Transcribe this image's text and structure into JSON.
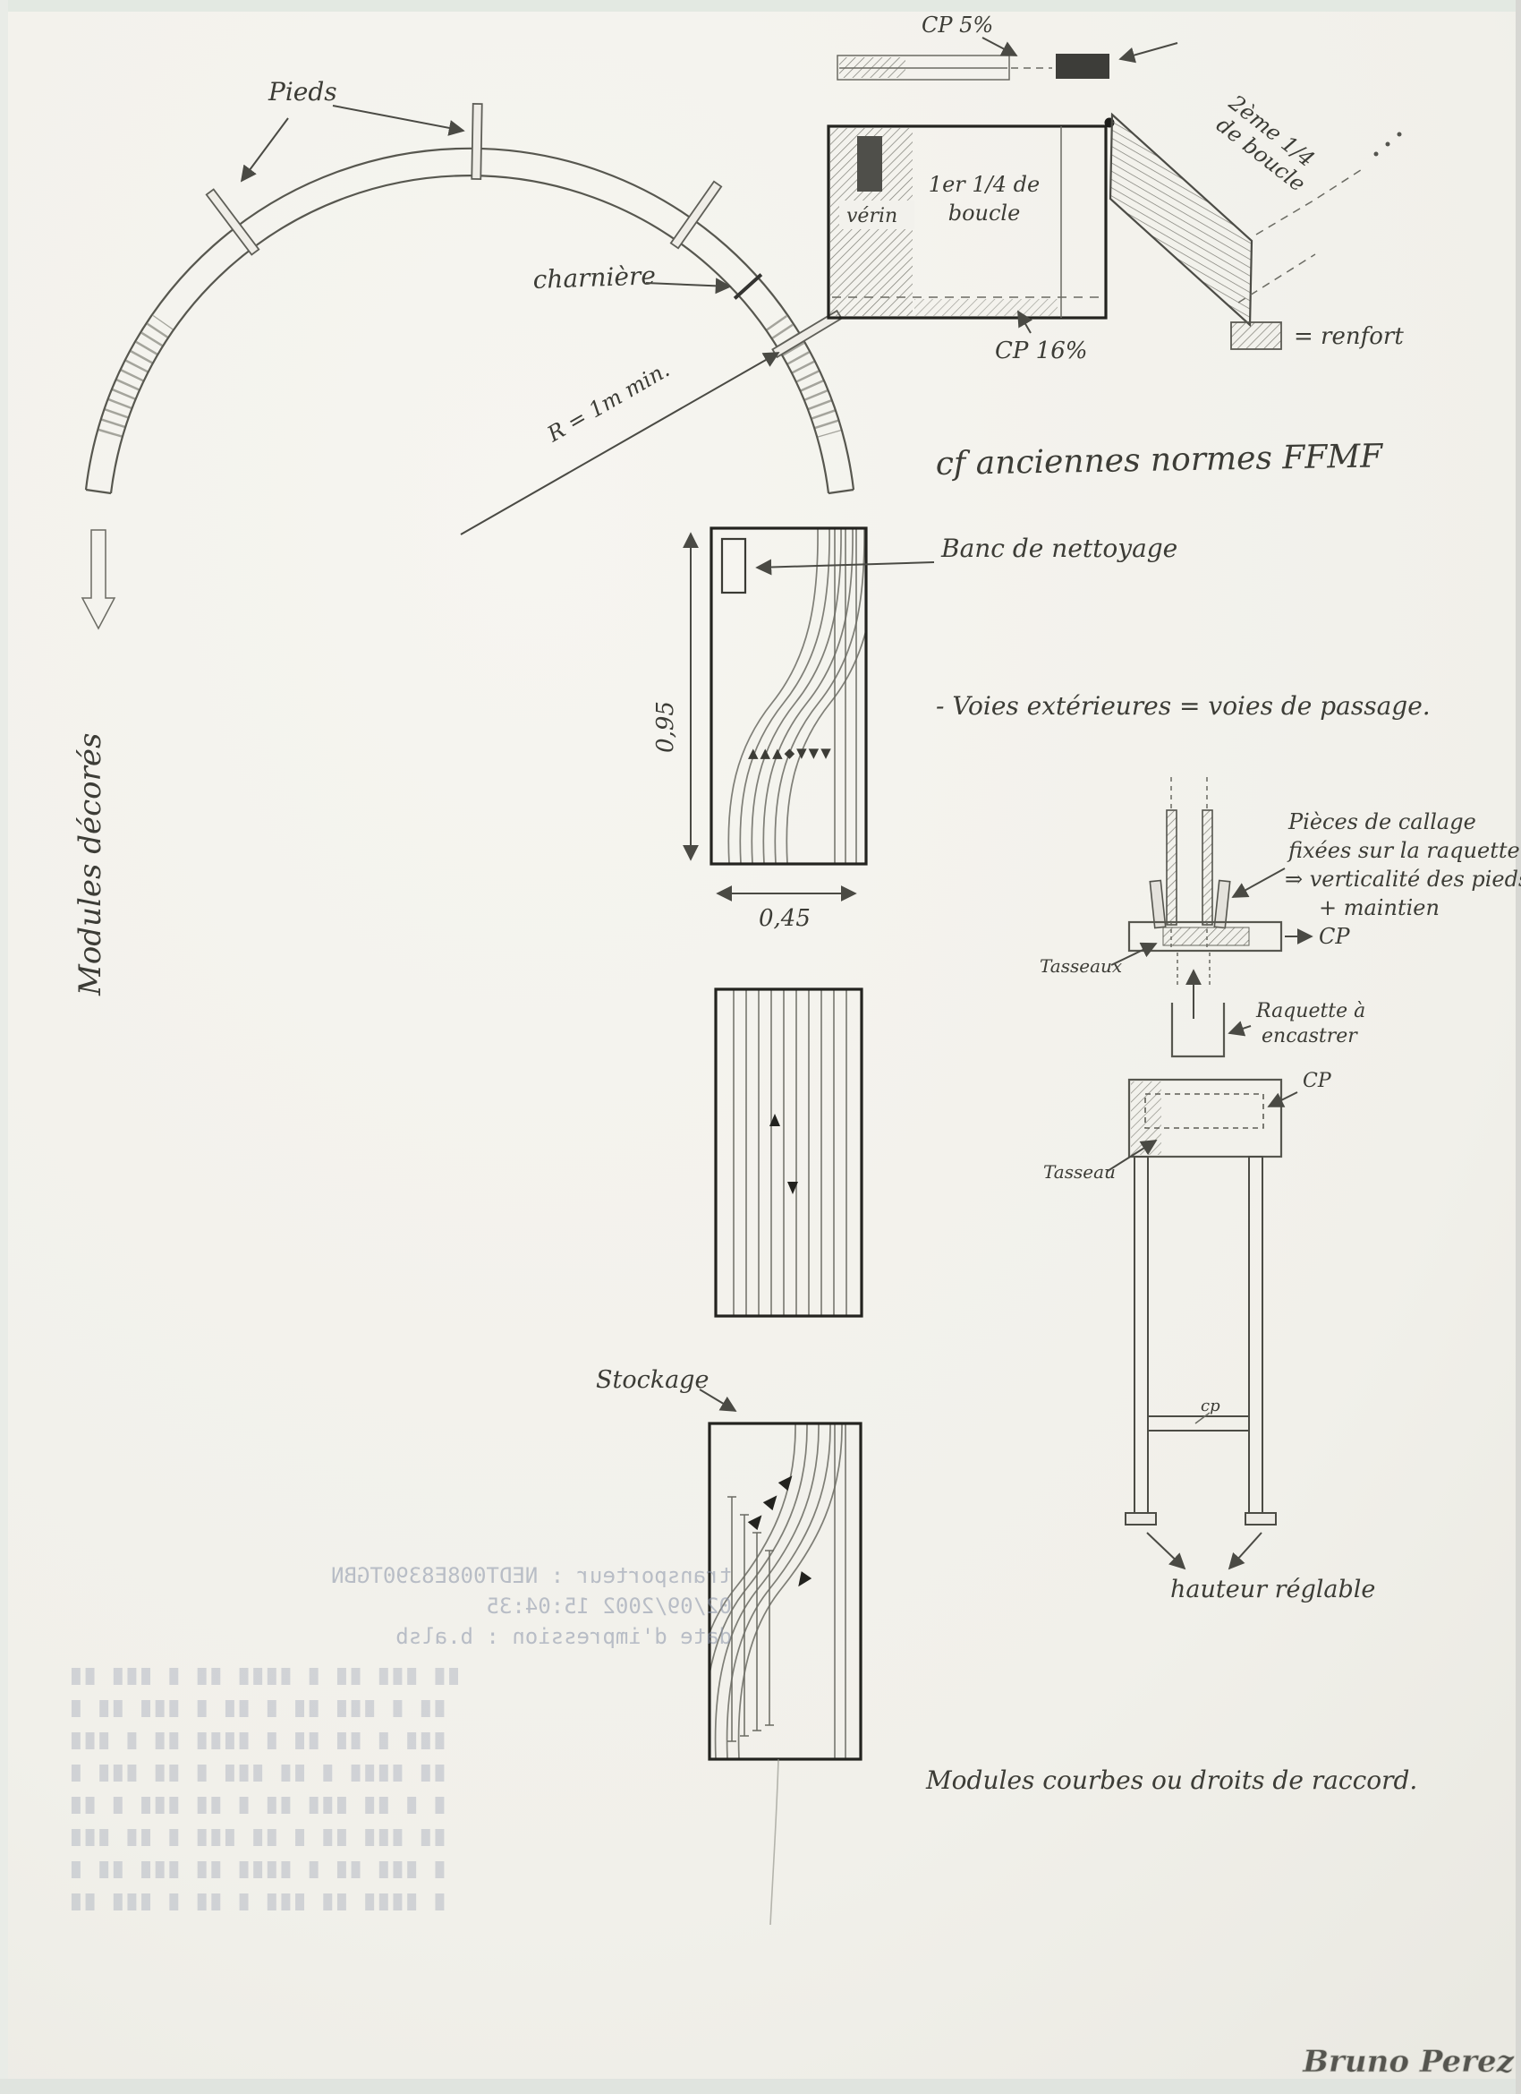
{
  "arc": {
    "pieds": "Pieds",
    "charniere": "charnière",
    "radius": "R = 1m min.",
    "modules_decores": "Modules décorés"
  },
  "detail": {
    "cp5": "CP 5%",
    "verin": "vérin",
    "q1l1": "1er 1/4 de",
    "q1l2": "boucle",
    "q2l1": "2ème 1/4",
    "q2l2": "de boucle",
    "cp16": "CP 16%",
    "legend": "= renfort"
  },
  "notes": {
    "normes": "cf anciennes normes FFMF",
    "voies": "- Voies extérieures = voies de passage.",
    "raccord": "Modules courbes ou droits de raccord."
  },
  "m1": {
    "label": "Banc de nettoyage",
    "dim_h": "0,95",
    "dim_w": "0,45",
    "arrows": "▲▲▲◆▼▼▼"
  },
  "legs": {
    "l1": "Pièces de callage",
    "l2": "fixées sur la raquette",
    "l3": "⇒ verticalité des pieds",
    "l4": "+ maintien",
    "cp": "CP",
    "tasseaux": "Tasseaux",
    "raq1": "Raquette à",
    "raq2": "encastrer",
    "cp2": "CP",
    "tasseau": "Tasseau",
    "cp3": "cp",
    "hauteur": "hauteur réglable"
  },
  "m3": {
    "label": "Stockage"
  },
  "bleed": {
    "line1": "transporteur : NEDT008E8390TGBN",
    "line2": "02/09/2002 15:04:35",
    "line3": "date d'impression : b.alsb",
    "rows": [
      "██ ███  █ ██  ████ █  ██ ███  ██",
      "█ ██  ███ █  ██ █ ██  ███  █ ██",
      "███  █ ██ ████  █ ██  ██ █  ███",
      "█ ███  ██ █  ███ ██  █ ████  ██",
      "██ █  ███ ██  █ ██ ███  ██ █  █",
      "███ ██  █ ███  ██ █  ██ ███  ██",
      "█ ██ ███  ██ ████  █ ██  ███ █",
      "██  ███ █ ██  █ ███ ██  ████  █"
    ]
  },
  "watermark": {
    "text": "Bruno Perez"
  }
}
